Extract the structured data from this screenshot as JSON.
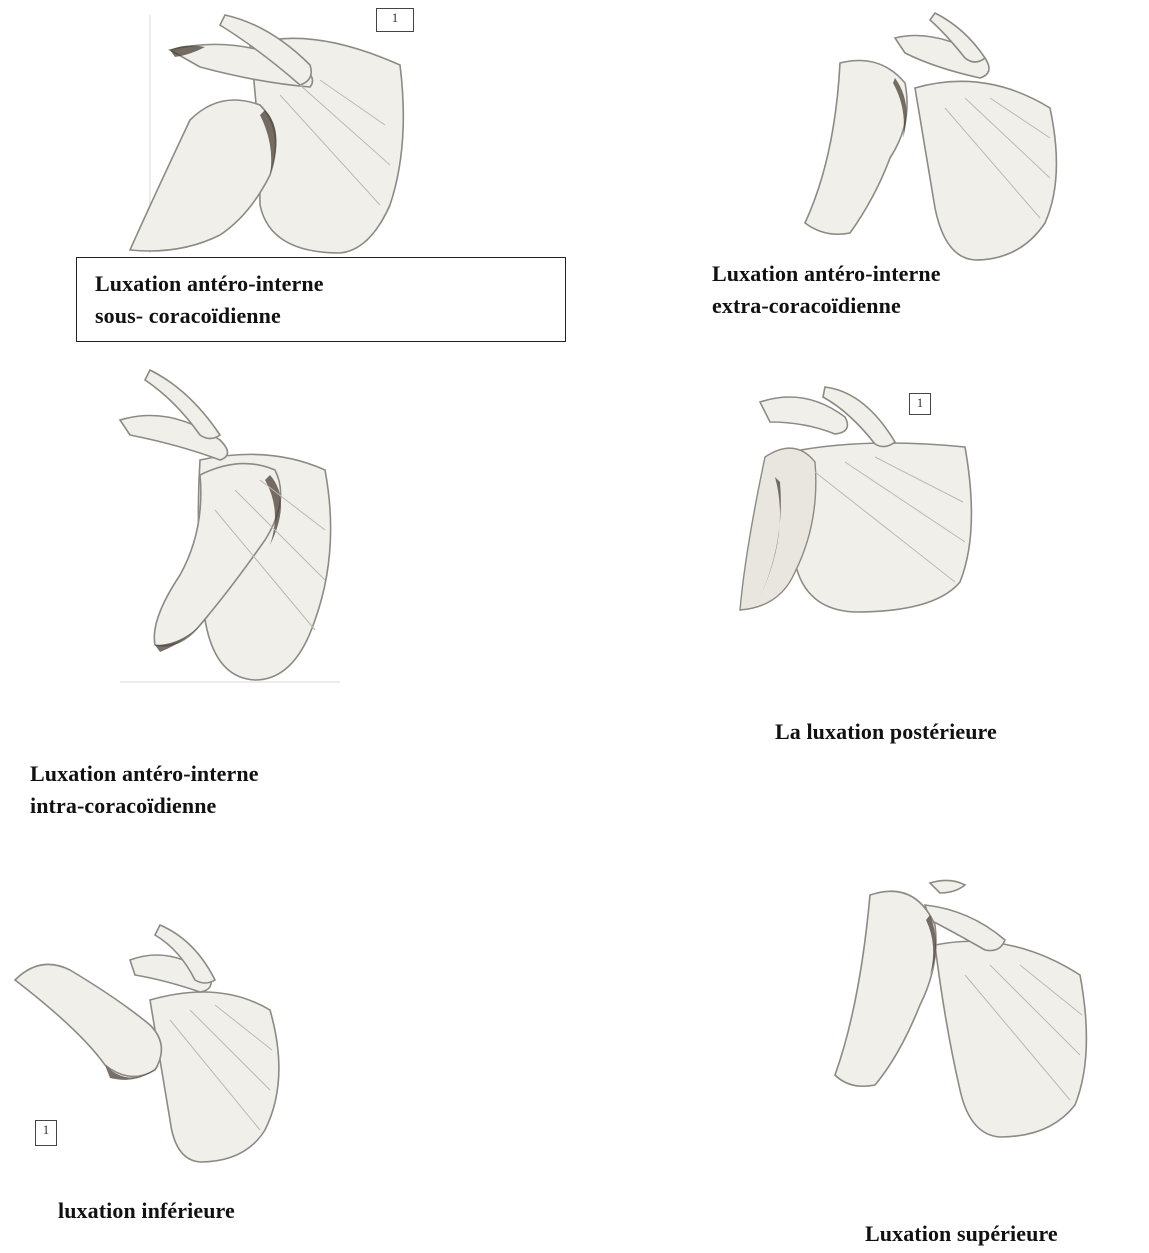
{
  "captions": {
    "c1": {
      "line1": "Luxation antéro-interne",
      "line2": "sous- coracoïdienne"
    },
    "c2": {
      "line1": "Luxation antéro-interne",
      "line2": "extra-coracoïdienne"
    },
    "c3": {
      "line1": "Luxation antéro-interne",
      "line2": "intra-coracoïdienne"
    },
    "c4": {
      "line1": "La luxation postérieure"
    },
    "c5": {
      "line1": "luxation inférieure"
    },
    "c6": {
      "line1": "Luxation supérieure"
    }
  },
  "markers": {
    "m1": "1",
    "m2": "1",
    "m3": "1"
  }
}
